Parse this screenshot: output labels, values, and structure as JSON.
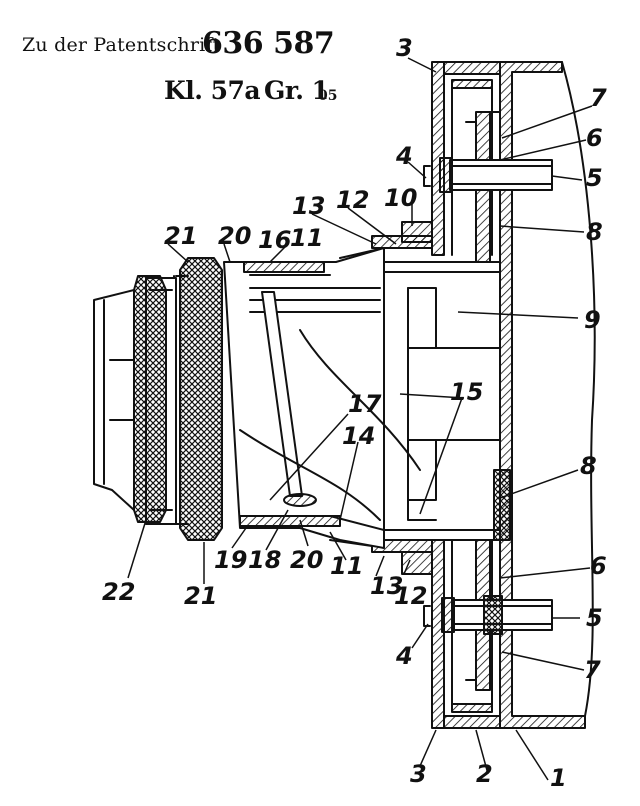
{
  "header": {
    "line1_prefix": "Zu der Patentschrift",
    "patent_number": "636 587",
    "class_label": "Kl. 57a",
    "group_label": "Gr. 1",
    "group_sub": "05"
  },
  "callouts": {
    "c1": "1",
    "c2": "2",
    "c3a": "3",
    "c3b": "3",
    "c4a": "4",
    "c4b": "4",
    "c5a": "5",
    "c5b": "5",
    "c6a": "6",
    "c6b": "6",
    "c7a": "7",
    "c7b": "7",
    "c8a": "8",
    "c8b": "8",
    "c9": "9",
    "c10": "10",
    "c11a": "11",
    "c11b": "11",
    "c12a": "12",
    "c12b": "12",
    "c13a": "13",
    "c13b": "13",
    "c14": "14",
    "c15": "15",
    "c16": "16",
    "c17": "17",
    "c18": "18",
    "c19": "19",
    "c20a": "20",
    "c20b": "20",
    "c21a": "21",
    "c21b": "21",
    "c22": "22"
  }
}
